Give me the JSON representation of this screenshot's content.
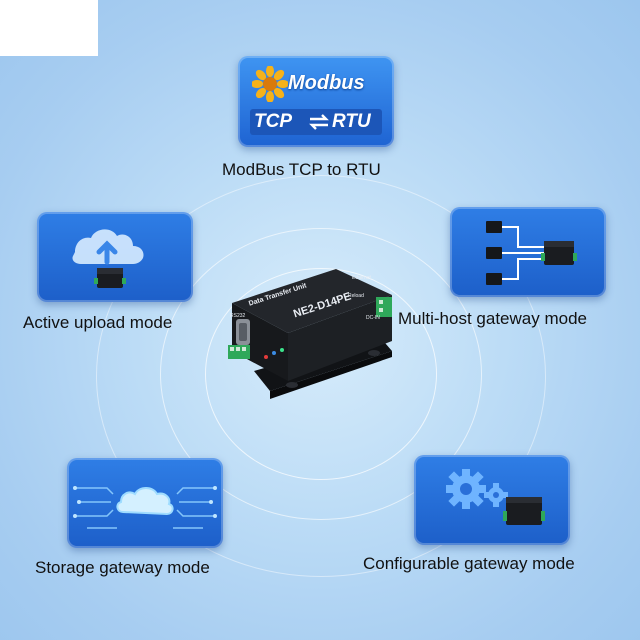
{
  "modbus_logo": {
    "title": "Modbus",
    "left": "TCP",
    "right": "RTU"
  },
  "captions": {
    "modbus": "ModBus TCP to RTU",
    "upload": "Active upload mode",
    "multi": "Multi-host gateway mode",
    "storage": "Storage gateway mode",
    "config": "Configurable gateway mode"
  },
  "device": {
    "label": "Data Transfer Unit",
    "model": "NE2-D14PE",
    "port_rs232": "RS232",
    "port_ethernet": "Ethernet",
    "port_reload": "Reload",
    "power": "DC-IN"
  },
  "icons": {
    "upload": "cloud-upload-icon",
    "storage": "cloud-circuit-icon",
    "config": "gears-icon",
    "multi": "network-tree-icon",
    "modbus_sun": "sunflower-icon"
  },
  "colors": {
    "card_blue": "#1d5fc9",
    "background": "#bcdcf6",
    "device_body": "#1b1d21",
    "terminal_green": "#2fa85a"
  }
}
